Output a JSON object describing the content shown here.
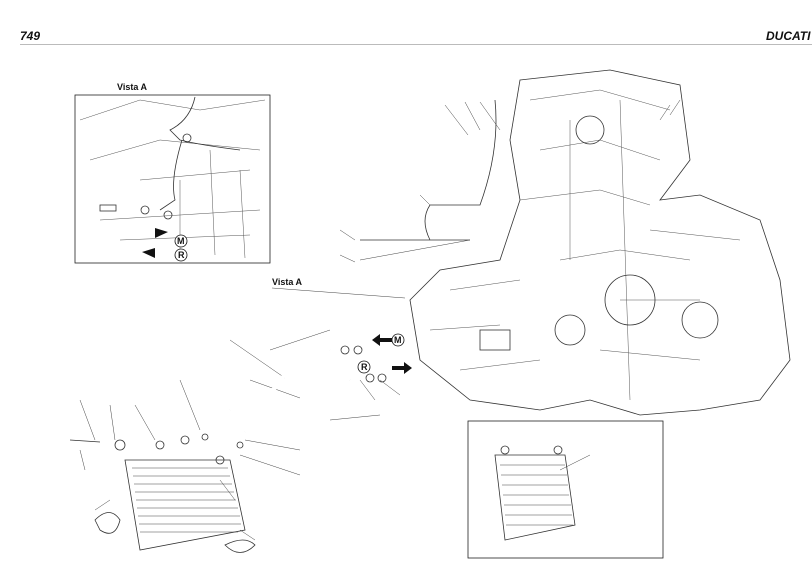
{
  "header": {
    "page_number": "749",
    "brand": "DUCATI"
  },
  "inset_view": {
    "title": "Vista A",
    "marker_m": "M",
    "marker_r": "R"
  },
  "main_view": {
    "callout": "Vista A",
    "marker_m": "M",
    "marker_r": "R"
  }
}
